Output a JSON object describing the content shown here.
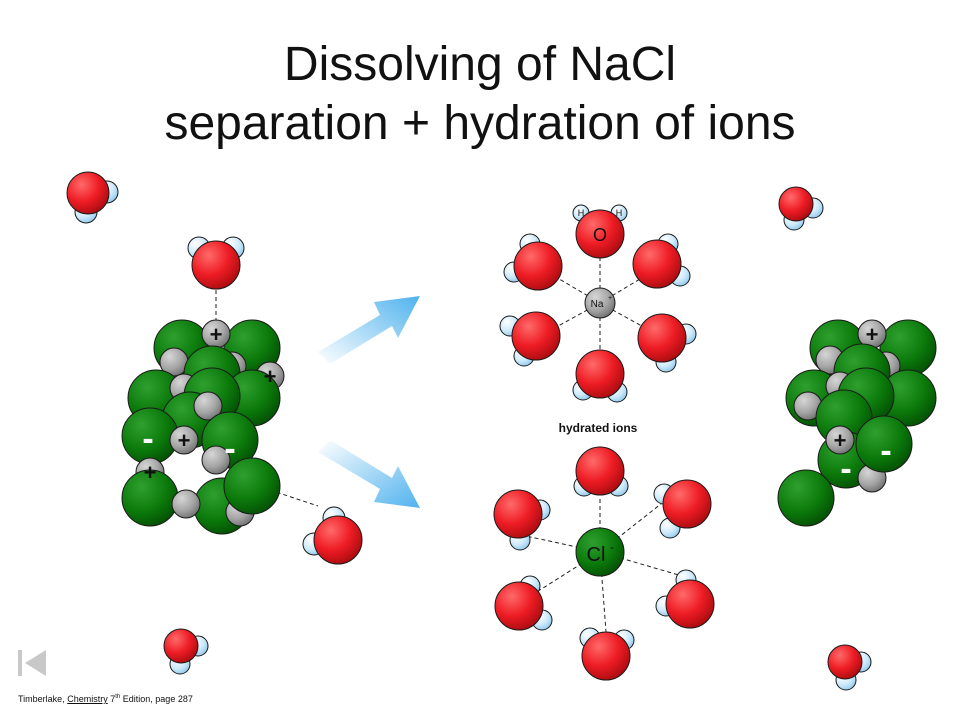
{
  "title": {
    "line1": "Dissolving of NaCl",
    "line2": "separation + hydration of ions"
  },
  "labels": {
    "hydrated_ions": "hydrated ions",
    "oxygen": "O",
    "hydrogen": "H",
    "sodium_ion": "Na",
    "sodium_charge": "+",
    "chloride_ion": "Cl",
    "chloride_charge": "-",
    "plus": "+",
    "minus": "-"
  },
  "footer": {
    "author": "Timberlake,",
    "book": "Chemistry",
    "edition_num": "7",
    "edition_suffix": "th",
    "rest": "Edition, page 287"
  },
  "colors": {
    "oxygen": "#e8141c",
    "hydrogen": "#bfe3f7",
    "chloride": "#0c7a0c",
    "sodium": "#a6a6a6",
    "arrow": "#5ab7ef"
  },
  "icons": {
    "nav": "first-slide-icon"
  }
}
